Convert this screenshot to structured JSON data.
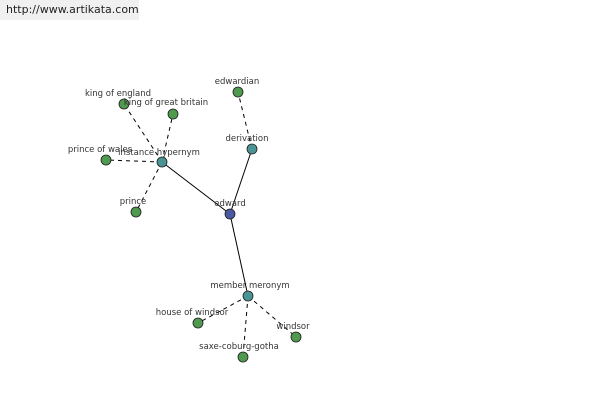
{
  "source_url": "http://www.artikata.com",
  "colors": {
    "center_node": "#4a5aa0",
    "relation_node": "#4a9494",
    "leaf_node": "#4f9a4f",
    "node_stroke": "#1e1e1e",
    "edge": "#000000"
  },
  "graph": {
    "center": "edward",
    "relations": [
      {
        "id": "instance-hypernym",
        "label": "instance hypernym",
        "leaves": [
          "king of england",
          "king of great britain",
          "prince of wales",
          "prince"
        ]
      },
      {
        "id": "derivation",
        "label": "derivation",
        "leaves": [
          "edwardian"
        ]
      },
      {
        "id": "member-meronym",
        "label": "member meronym",
        "leaves": [
          "house of windsor",
          "saxe-coburg-gotha",
          "windsor"
        ]
      }
    ]
  }
}
